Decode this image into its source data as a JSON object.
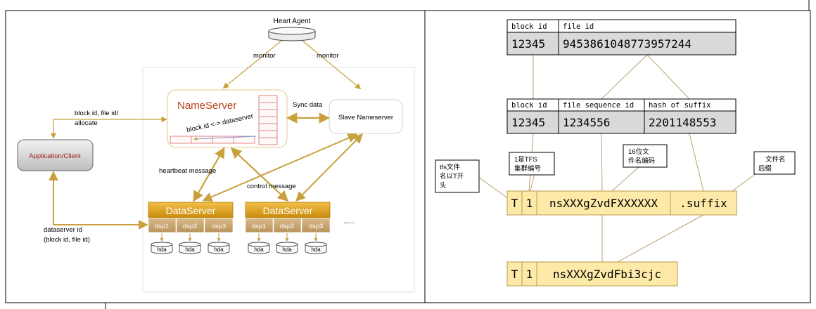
{
  "left": {
    "heart_agent": "Heart Agent",
    "monitor_left": "monitor",
    "monitor_right": "monitor",
    "nameserver": "NameServer",
    "nameserver_map": "block id <-> dataserver",
    "sync_data": "Sync data",
    "slave_nameserver": "Slave Nameserver",
    "block_alloc_line1": "block id, file id/",
    "block_alloc_line2": "allocate",
    "client": "Application/Client",
    "heartbeat": "heartbeat  message",
    "control": "control message",
    "dataserver_1": "DataServer",
    "dataserver_2": "DataServer",
    "dsp1": "dsp1",
    "dsp2": "dsp2",
    "dsp3": "dsp3",
    "hda": "hda",
    "ellipsis": "......",
    "ds_id_line1": "dataserver id",
    "ds_id_line2": "(block id, file id)"
  },
  "right": {
    "top_table": {
      "headers": [
        "block id",
        "file id"
      ],
      "values": [
        "12345",
        "9453861048773957244"
      ]
    },
    "mid_table": {
      "headers": [
        "block id",
        "file sequence id",
        "hash of suffix"
      ],
      "values": [
        "12345",
        "1234556",
        "2201148553"
      ]
    },
    "callouts": {
      "tfs_prefix": [
        "tfs文件",
        "名以T开",
        "头"
      ],
      "cluster_no": [
        "1是TFS",
        "集群编号"
      ],
      "encode16": [
        "16位文",
        "件名编码"
      ],
      "suffix": [
        "文件名",
        "后缀"
      ]
    },
    "filename_cells": [
      "T",
      "1",
      "nsXXXgZvdFXXXXXX",
      ".suffix"
    ],
    "final_cells": [
      "T",
      "1",
      "nsXXXgZvdFbi3cjc"
    ]
  },
  "colors": {
    "gold": "#c8a13c",
    "ds_header": "#e0a515",
    "nameserver_red": "#b8401a",
    "cell_yellow": "#fde9a8",
    "cell_gray": "#d9d9d9"
  }
}
